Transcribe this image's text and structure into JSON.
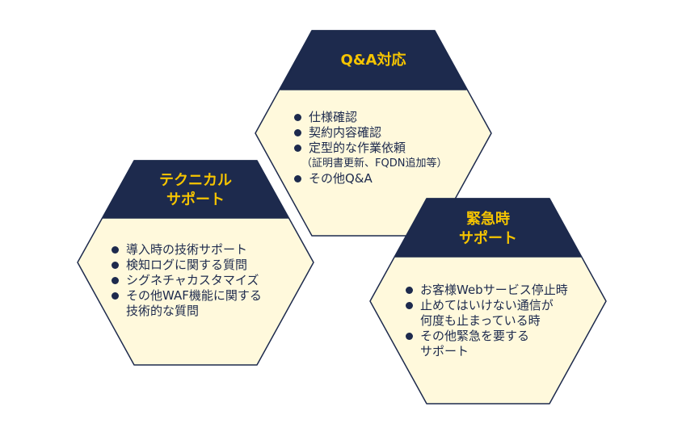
{
  "colors": {
    "navy": "#1d2a4d",
    "cream": "#fff9dc",
    "gold": "#f5c400"
  },
  "qa": {
    "title": "Q&A対応",
    "items": [
      "仕様確認",
      "契約内容確認",
      "定型的な作業依頼"
    ],
    "note": "（証明書更新、FQDN追加等）",
    "last_item": "その他Q&A"
  },
  "technical": {
    "title_line1": "テクニカル",
    "title_line2": "サポート",
    "items": [
      "導入時の技術サポート",
      "検知ログに関する質問",
      "シグネチャカスタマイズ",
      "その他WAF機能に関する"
    ],
    "continuation": "技術的な質問"
  },
  "emergency": {
    "title_line1": "緊急時",
    "title_line2": "サポート",
    "item1": "お客様Webサービス停止時",
    "item2": "止めてはいけない通信が",
    "item2_cont": "何度も止まっている時",
    "item3": "その他緊急を要する",
    "item3_cont": "サポート"
  }
}
